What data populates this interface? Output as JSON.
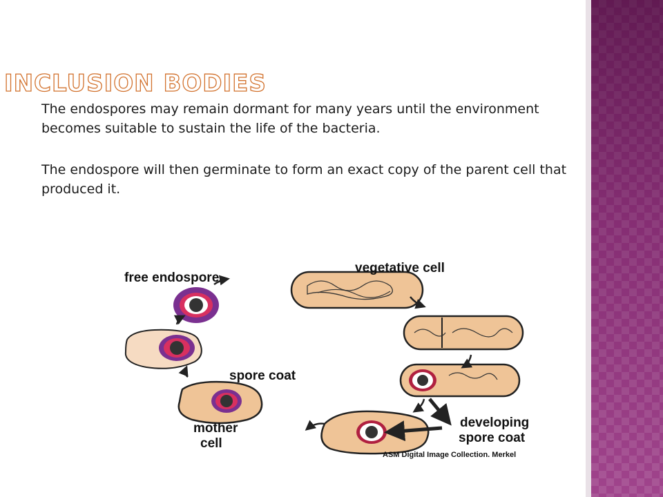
{
  "slide": {
    "title": "Inclusion Bodies",
    "paragraphs": [
      "The endospores may remain dormant for many years until the environment becomes suitable to sustain the life of the bacteria.",
      "The endospore will then germinate to form an exact copy of the parent cell that produced it."
    ],
    "accent_color": "#9b3a86",
    "title_color": "#d2712c"
  },
  "diagram": {
    "labels": {
      "free_endospore": "free endospore",
      "vegetative_cell": "vegetative cell",
      "spore_coat": "spore coat",
      "mother": "mother",
      "cell": "cell",
      "developing": "developing",
      "spore_coat_2": "spore coat"
    },
    "credit": "ASM Digital Image Collection. Merkel"
  }
}
